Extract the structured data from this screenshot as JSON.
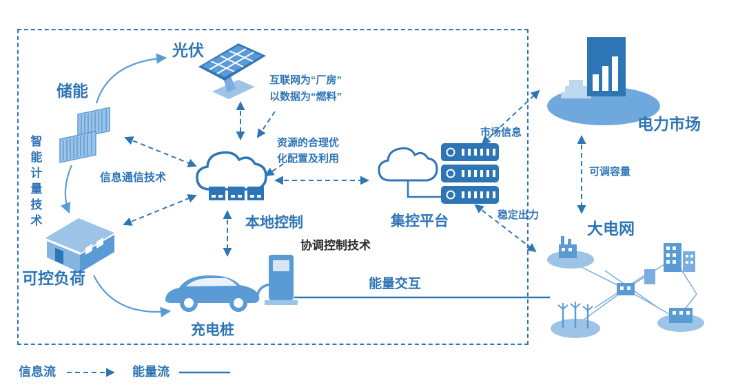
{
  "colors": {
    "primary": "#2e75b6",
    "icon": "#5b9bd5",
    "icon_light": "#9dc3e6",
    "dark_text": "#2b2b2b"
  },
  "nodes": {
    "pv": {
      "label": "光伏"
    },
    "storage": {
      "label": "储能"
    },
    "controllable_load": {
      "label": "可控负荷"
    },
    "charging_pile": {
      "label": "充电桩"
    },
    "local_control": {
      "label": "本地控制"
    },
    "central_platform": {
      "label": "集控平台"
    },
    "power_market": {
      "label": "电力市场"
    },
    "big_grid": {
      "label": "大电网"
    }
  },
  "annotations": {
    "smart_metering": "智能计量技术",
    "ict": "信息通信技术",
    "internet_line1": "互联网为“厂房”",
    "internet_line2": "以数据为“燃料”",
    "resource_line1": "资源的合理优",
    "resource_line2": "化配置及利用",
    "coordinated_control": "协调控制技术",
    "energy_interaction": "能量交互",
    "market_info": "市场信息",
    "adjustable_capacity": "可调容量",
    "stable_output": "稳定出力"
  },
  "legend": {
    "info_flow": "信息流",
    "energy_flow": "能量流"
  }
}
